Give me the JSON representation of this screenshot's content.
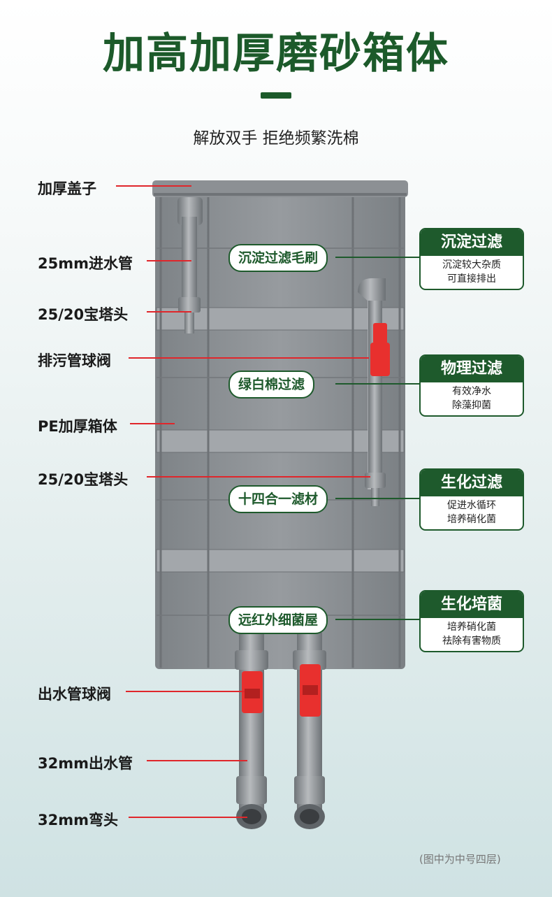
{
  "title": "加高加厚磨砂箱体",
  "subtitle": "解放双手 拒绝频繁洗棉",
  "left_labels": [
    "加厚盖子",
    "25mm进水管",
    "25/20宝塔头",
    "排污管球阀",
    "PE加厚箱体",
    "25/20宝塔头",
    "出水管球阀",
    "32mm出水管",
    "32mm弯头"
  ],
  "inner_labels": [
    "沉淀过滤毛刷",
    "绿白棉过滤",
    "十四合一滤材",
    "远红外细菌屋"
  ],
  "cards": [
    {
      "title": "沉淀过滤",
      "lines": [
        "沉淀较大杂质",
        "可直接排出"
      ]
    },
    {
      "title": "物理过滤",
      "lines": [
        "有效净水",
        "除藻抑菌"
      ]
    },
    {
      "title": "生化过滤",
      "lines": [
        "促进水循环",
        "培养硝化菌"
      ]
    },
    {
      "title": "生化培菌",
      "lines": [
        "培养硝化菌",
        "祛除有害物质"
      ]
    }
  ],
  "note": "(图中为中号四层)",
  "colors": {
    "brand_green": "#1e5a2c",
    "leader_red": "#e0262b",
    "box_gray": "#8a8e92",
    "valve_red": "#e8302e"
  }
}
